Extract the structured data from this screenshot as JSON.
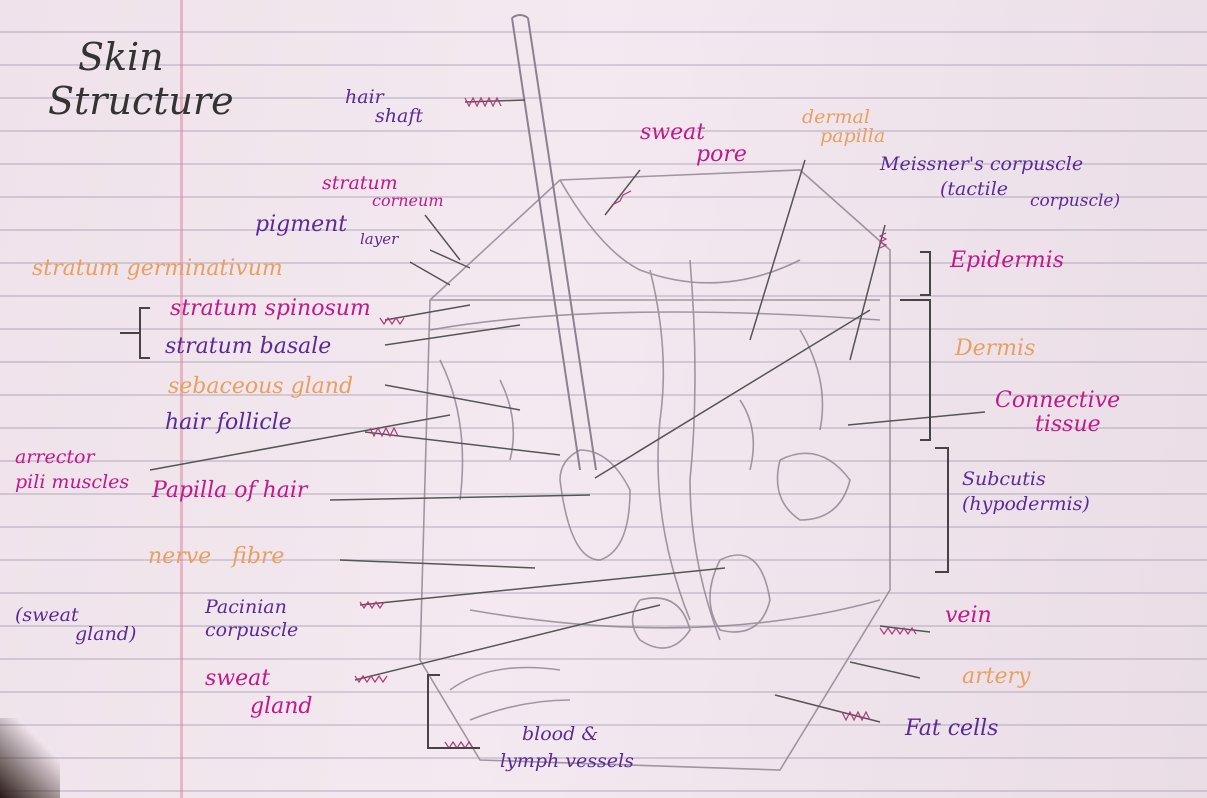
{
  "title": [
    "Skin",
    "Structure"
  ],
  "labels": {
    "hair_shaft": [
      "hair",
      "shaft"
    ],
    "sweat_pore": [
      "sweat",
      "pore"
    ],
    "dermal_papilla": [
      "dermal",
      "papilla"
    ],
    "meissners_corpuscle": [
      "Meissner's corpuscle",
      "(tactile",
      "corpuscle)"
    ],
    "stratum_corneum": [
      "stratum",
      "corneum"
    ],
    "pigment_layer": [
      "pigment",
      "layer"
    ],
    "stratum_germinativum": "stratum germinativum",
    "stratum_spinosum": "stratum spinosum",
    "stratum_basale": "stratum basale",
    "sebaceous_gland": "sebaceous gland",
    "hair_follicle": "hair follicle",
    "arrector_pili": [
      "arrector",
      "pili muscles"
    ],
    "papilla_of_hair": "Papilla of hair",
    "nerve_fibre": [
      "nerve",
      "fibre"
    ],
    "sweat_gland_bracket": [
      "(sweat",
      "gland)"
    ],
    "pacinian_corpuscle": [
      "Pacinian",
      "corpuscle"
    ],
    "sweat_gland": [
      "sweat",
      "gland"
    ],
    "blood_lymph": [
      "blood &",
      "lymph vessels"
    ],
    "epidermis": "Epidermis",
    "dermis": "Dermis",
    "connective_tissue": [
      "Connective",
      "tissue"
    ],
    "subcutis": [
      "Subcutis",
      "(hypodermis)"
    ],
    "vein": "vein",
    "artery": "artery",
    "fat_cells": "Fat cells"
  },
  "colors": {
    "magenta": "#c2188a",
    "purple": "#5a2a9a",
    "orange": "#e8a060",
    "pencil": "#8a8290",
    "title": "#333333"
  }
}
